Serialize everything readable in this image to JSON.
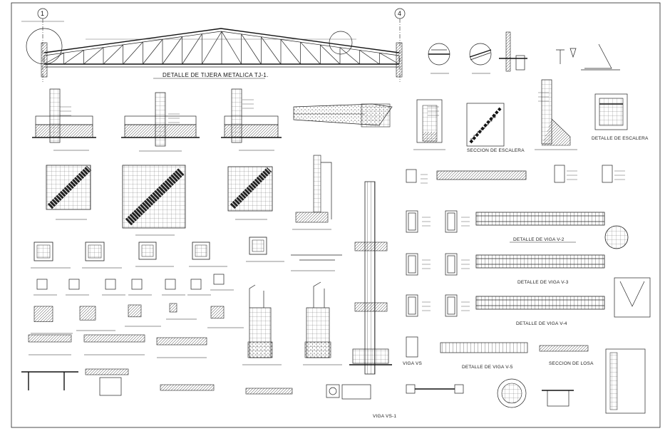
{
  "sheet": {
    "background": "#ffffff",
    "ink": "#111111"
  },
  "axes": [
    "1",
    "4"
  ],
  "labels": {
    "truss": "DETALLE DE TIJERA METALICA TJ-1.",
    "stair_section": "SECCION DE ESCALERA",
    "stair_detail": "DETALLE DE ESCALERA",
    "beam_v2": "DETALLE DE VIGA V-2",
    "beam_v3": "DETALLE DE VIGA V-3",
    "beam_v4": "DETALLE DE VIGA V-4",
    "beam_v5": "DETALLE DE VIGA V-5",
    "slab_section": "SECCION DE LOSA",
    "beam_vs1": "VIGA VS-1",
    "beam_vs": "VIGA VS"
  }
}
